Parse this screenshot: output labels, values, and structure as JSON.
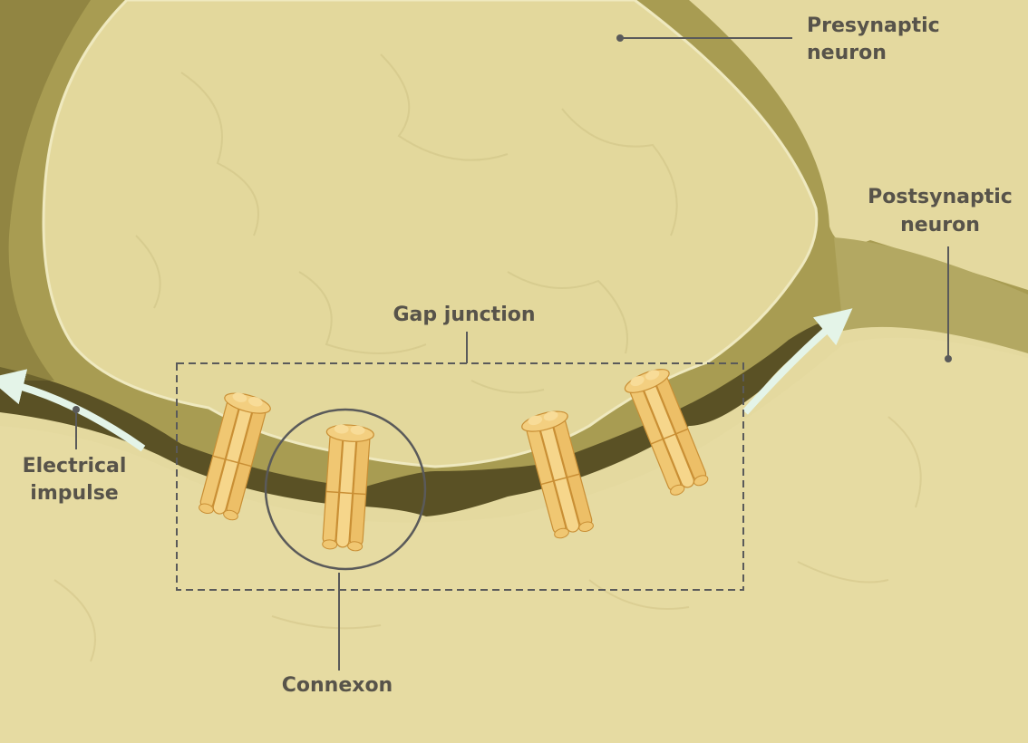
{
  "labels": {
    "presynaptic": [
      "Presynaptic",
      "neuron"
    ],
    "postsynaptic": [
      "Postsynaptic",
      "neuron"
    ],
    "gap_junction": "Gap junction",
    "electrical_impulse": [
      "Electrical",
      "impulse"
    ],
    "connexon": "Connexon"
  },
  "colors": {
    "cytoplasm": "#e2d79d",
    "membrane": "#b9ad5f",
    "membrane_dark": "#8c8240",
    "cleft": "#584f21",
    "connexon": "#f0c772",
    "connexon_dark": "#d49a3a",
    "arrow": "#e4f4e8",
    "label": "#57534a"
  }
}
